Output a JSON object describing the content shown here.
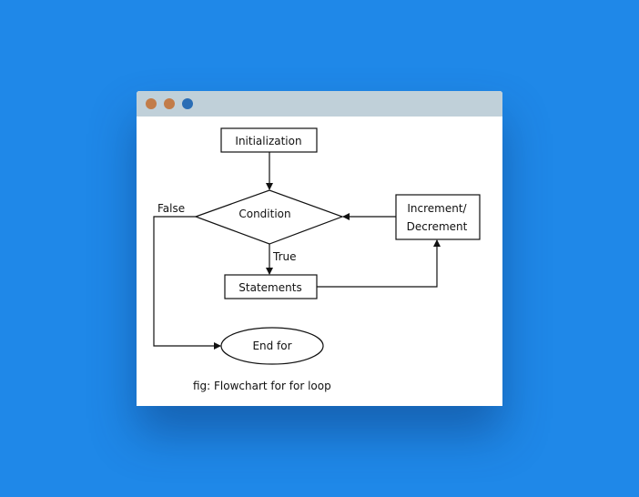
{
  "window": {
    "controls": [
      {
        "name": "close",
        "color": "#c27c49"
      },
      {
        "name": "minimize",
        "color": "#c27c49"
      },
      {
        "name": "maximize",
        "color": "#2a6db5"
      }
    ]
  },
  "flowchart": {
    "nodes": {
      "init": "Initialization",
      "condition": "Condition",
      "increment_line1": "Increment/",
      "increment_line2": "Decrement",
      "statements": "Statements",
      "end": "End for"
    },
    "edges": {
      "false_label": "False",
      "true_label": "True"
    },
    "caption": "fig: Flowchart for for loop"
  }
}
